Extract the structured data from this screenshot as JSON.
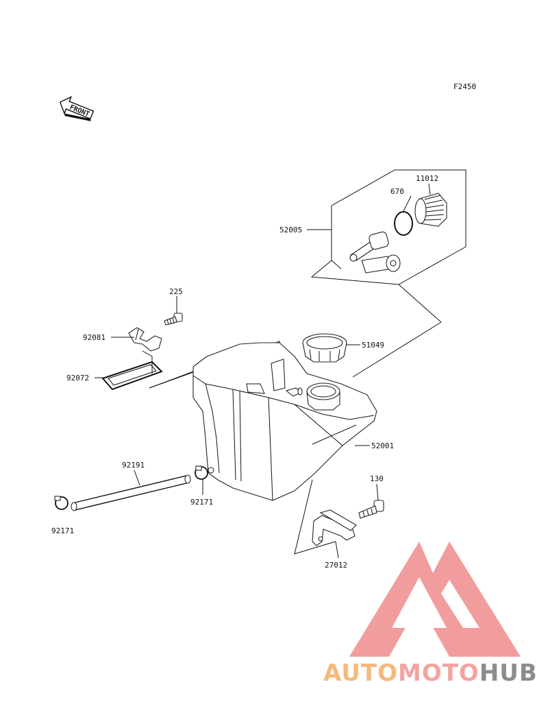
{
  "figure_code": "F2450",
  "front_label": "FRONT",
  "part_labels": {
    "p52005": "52005",
    "p670": "670",
    "p11012": "11012",
    "p225": "225",
    "p92081": "92081",
    "p92072": "92072",
    "p51049": "51049",
    "p52001": "52001",
    "p92191": "92191",
    "p92171_a": "92171",
    "p92171_b": "92171",
    "p130": "130",
    "p27012": "27012"
  },
  "watermark": {
    "parts": [
      "AUTO",
      "MOTO",
      "HUB"
    ],
    "colors": [
      "#f5b97a",
      "#f3a49f",
      "#8c8c8c"
    ],
    "mark_color": "#f08d8d"
  }
}
